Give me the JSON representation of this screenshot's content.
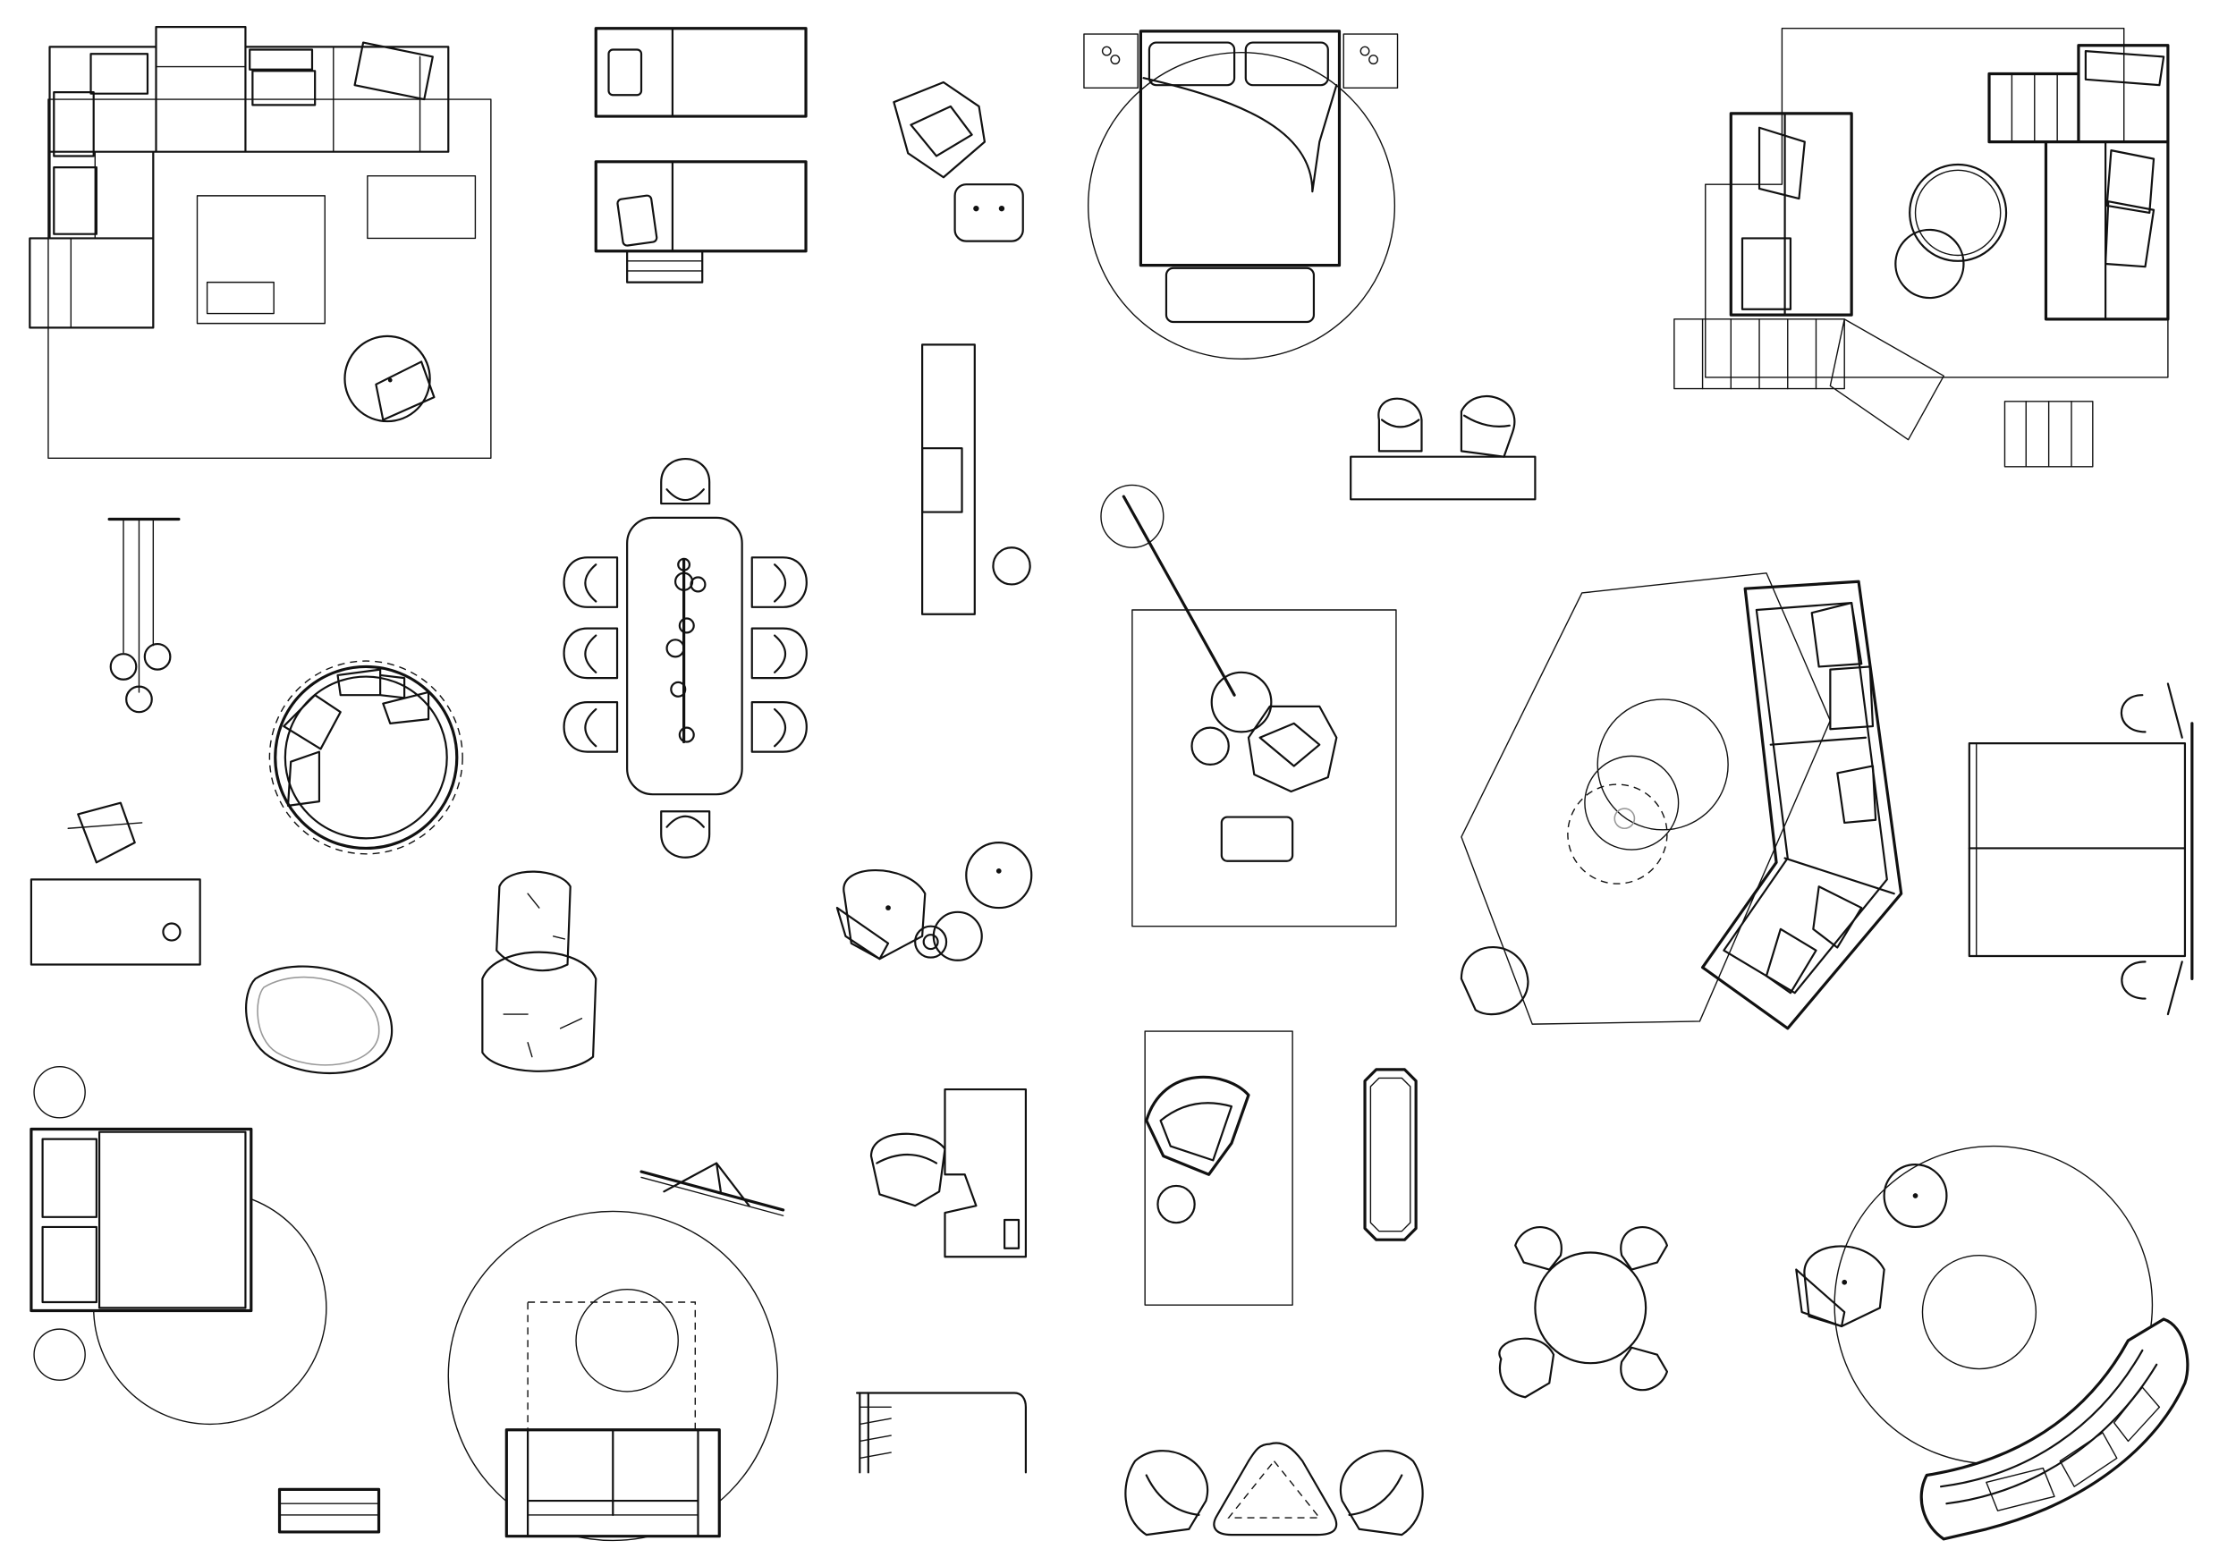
{
  "colors": {
    "line": "#111111",
    "background": "#ffffff",
    "accent_line": "#9a9a9a"
  },
  "blocks": [
    {
      "id": "living-sectional-sofa-with-rug"
    },
    {
      "id": "twin-daybeds"
    },
    {
      "id": "armchair-and-ottoman"
    },
    {
      "id": "double-bed-with-nightstands-on-round-rug"
    },
    {
      "id": "modular-lounge-with-round-tables"
    },
    {
      "id": "tv-console-with-side-table"
    },
    {
      "id": "two-chairs-at-counter"
    },
    {
      "id": "pendant-lamp-cluster"
    },
    {
      "id": "round-daybed-with-cushions"
    },
    {
      "id": "dining-table-eight-chairs"
    },
    {
      "id": "reading-corner-floor-lamp"
    },
    {
      "id": "angled-sectional-on-hexagonal-rug"
    },
    {
      "id": "desk-with-chair"
    },
    {
      "id": "oval-pouf-and-stacked-cushions"
    },
    {
      "id": "armchair-with-side-tables"
    },
    {
      "id": "bed-with-round-rug"
    },
    {
      "id": "coat-hanger-bar"
    },
    {
      "id": "round-rug-with-two-seat-sofa"
    },
    {
      "id": "chair-at-side-desk"
    },
    {
      "id": "chair-on-rectangular-rug"
    },
    {
      "id": "narrow-console"
    },
    {
      "id": "round-table-four-chairs"
    },
    {
      "id": "curved-sofa-on-round-rug"
    },
    {
      "id": "small-bench"
    },
    {
      "id": "ladder-shelf"
    },
    {
      "id": "triangular-table-two-chairs"
    }
  ]
}
